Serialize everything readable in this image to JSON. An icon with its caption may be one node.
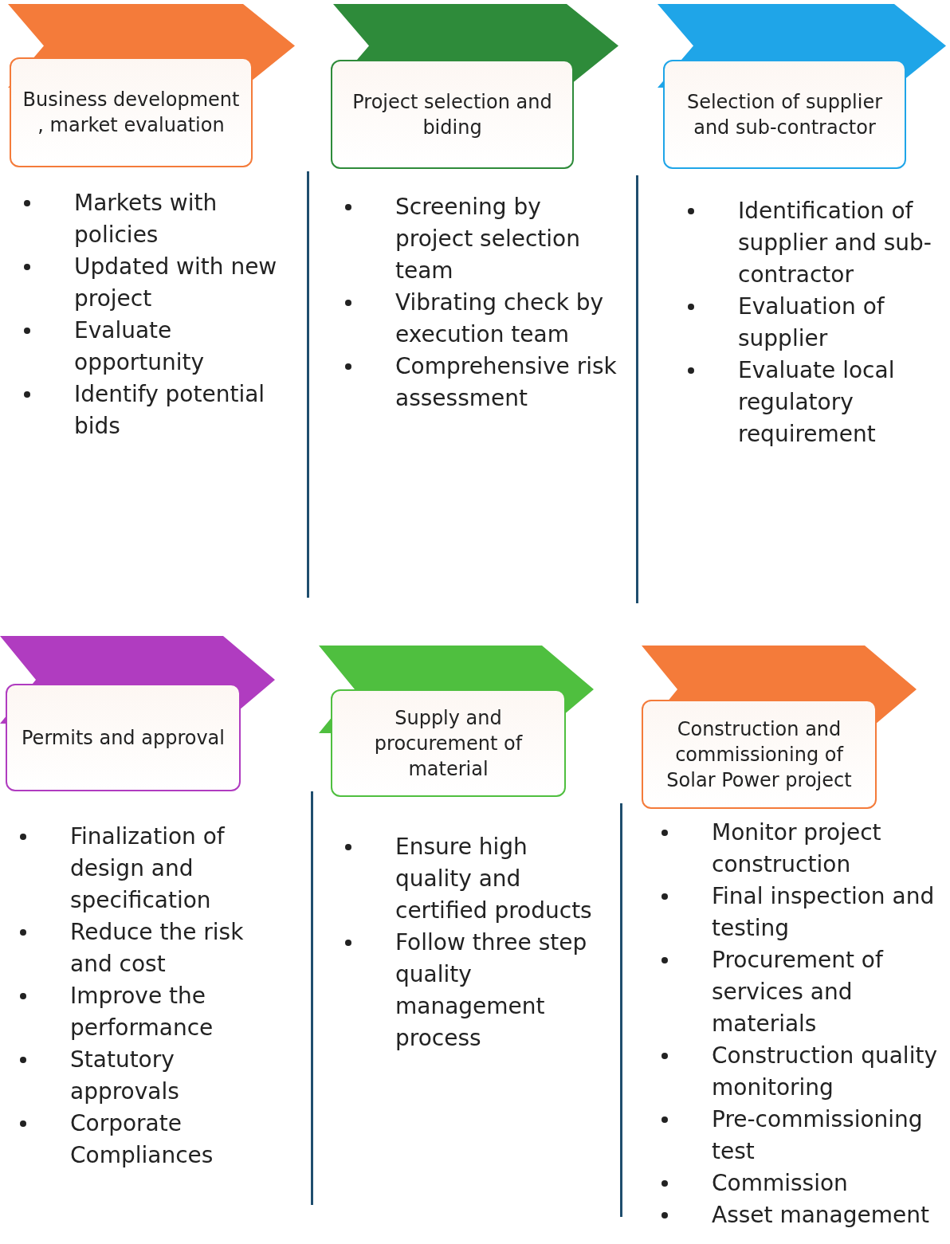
{
  "diagram": {
    "nodes": [
      {
        "text": [
          "Business development , market evaluation"
        ],
        "beside": [
          "Markets with policies",
          "Updated with new project",
          "Evaluate opportunity",
          "Identify potential bids"
        ]
      },
      {
        "text": [
          "Project selection and biding"
        ],
        "beside": [
          "Screening by project selection team",
          "Vibrating check by execution team",
          "Comprehensive risk assessment"
        ]
      },
      {
        "text": [
          "Selection of supplier and sub-contractor"
        ],
        "beside": [
          "Identification of supplier and sub-contractor",
          "Evaluation of supplier",
          "Evaluate local regulatory requirement"
        ]
      },
      {
        "text": [
          "Permits and approval"
        ],
        "beside": [
          "Finalization of design and specification",
          "Reduce the risk and cost",
          "Improve the performance",
          "Statutory approvals",
          "Corporate Compliances"
        ]
      },
      {
        "text": [
          "Supply and procurement of material"
        ],
        "beside": [
          "Ensure high quality and certified products",
          "Follow three step quality management process"
        ]
      },
      {
        "text": [
          "Construction and commissioning of Solar Power project"
        ],
        "beside": [
          "Monitor project construction",
          "Final inspection and testing",
          "Procurement of services and materials",
          "Construction quality monitoring",
          "Pre-commissioning test",
          "Commission",
          "Asset management"
        ]
      }
    ],
    "edges": []
  }
}
